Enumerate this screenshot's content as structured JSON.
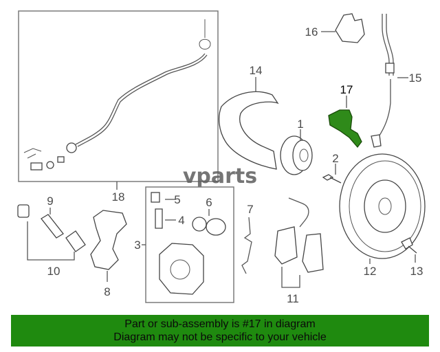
{
  "callouts": {
    "c1": "1",
    "c2": "2",
    "c3": "3",
    "c4": "4",
    "c5": "5",
    "c6": "6",
    "c7": "7",
    "c8": "8",
    "c9": "9",
    "c10": "10",
    "c11": "11",
    "c12": "12",
    "c13": "13",
    "c14": "14",
    "c15": "15",
    "c16": "16",
    "c17": "17",
    "c18": "18"
  },
  "highlighted_part": "17",
  "logo": "vparts",
  "banner": {
    "line1": "Part or sub-assembly is #17 in diagram",
    "line2": "Diagram may not be specific to your vehicle",
    "color": "#1f8a0f"
  },
  "colors": {
    "highlight_part": "#2f8a1a",
    "linework": "#555555"
  }
}
